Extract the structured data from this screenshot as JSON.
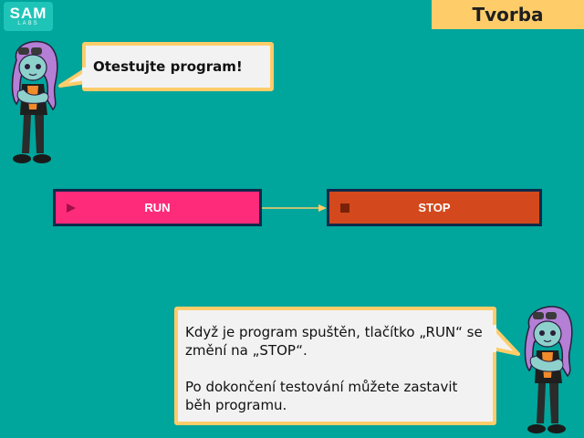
{
  "brand": {
    "logo_main": "SAM",
    "logo_sub": "LABS"
  },
  "header": {
    "section_label": "Tvorba"
  },
  "speech_top": {
    "text": "Otestujte program!"
  },
  "controls": {
    "run_label": "RUN",
    "stop_label": "STOP"
  },
  "speech_bottom": {
    "paragraph_1": "Když je program spuštěn, tlačítko „RUN“ se změní na „STOP“.",
    "paragraph_2": "Po dokončení testování můžete zastavit běh programu."
  },
  "colors": {
    "background": "#00a59b",
    "accent_yellow": "#fecd6a",
    "run": "#fd2b7a",
    "stop": "#d3491d",
    "button_border": "#0e2a4a"
  }
}
